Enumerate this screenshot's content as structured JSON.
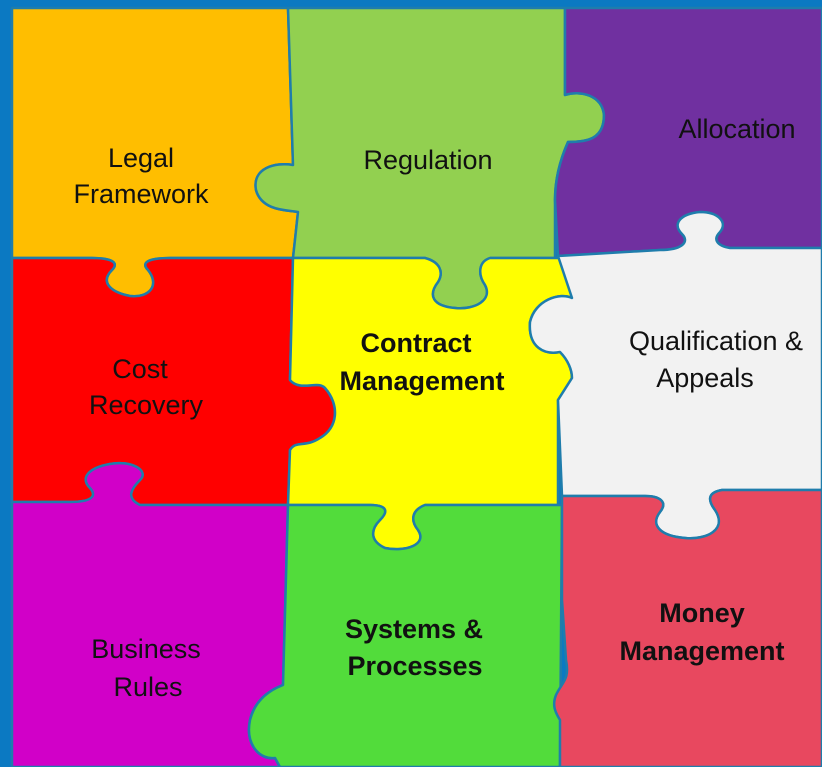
{
  "colors": {
    "frame": "#0b79c2",
    "outline": "#1f7dac",
    "legal_framework": "#ffbe00",
    "regulation": "#92d050",
    "allocation": "#7030a0",
    "cost_recovery": "#ff0000",
    "contract_management": "#ffff00",
    "qualification_appeals": "#f2f2f2",
    "business_rules": "#d100c8",
    "systems_processes": "#52dc3b",
    "money_management": "#e8485f"
  },
  "pieces": {
    "legal_framework": {
      "line1": "Legal",
      "line2": "Framework"
    },
    "regulation": {
      "line1": "Regulation"
    },
    "allocation": {
      "line1": "Allocation"
    },
    "cost_recovery": {
      "line1": "Cost",
      "line2": "Recovery"
    },
    "contract_management": {
      "line1": "Contract",
      "line2": "Management"
    },
    "qualification_appeals": {
      "line1": "Qualification &",
      "line2": "Appeals"
    },
    "business_rules": {
      "line1": "Business",
      "line2": "Rules"
    },
    "systems_processes": {
      "line1": "Systems &",
      "line2": "Processes"
    },
    "money_management": {
      "line1": "Money",
      "line2": "Management"
    }
  }
}
